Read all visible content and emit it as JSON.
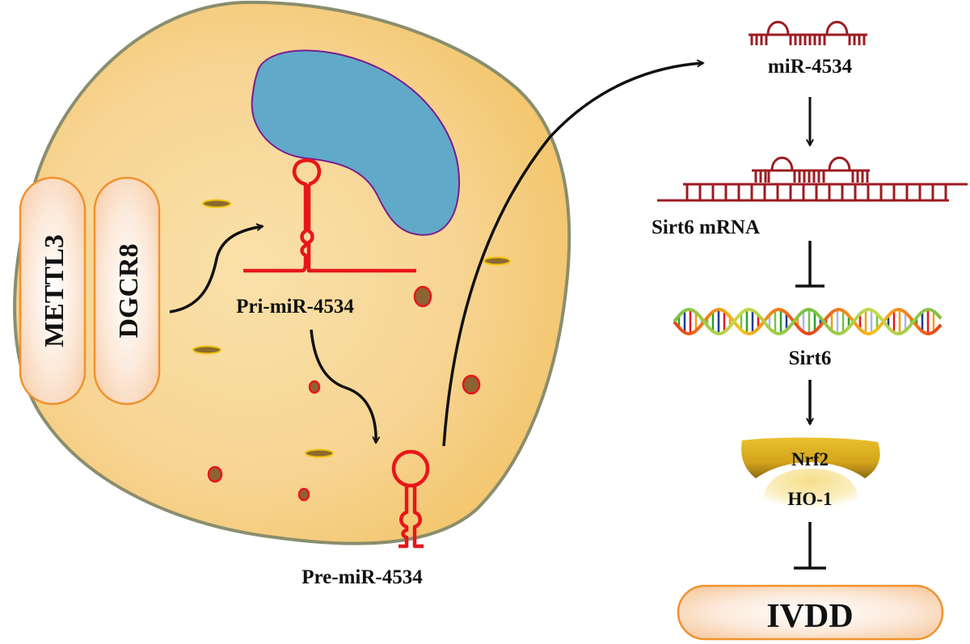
{
  "cell": {
    "enzymes": [
      "METTL3",
      "DGCR8"
    ],
    "pri_mirna_label": "Pri-miR-4534",
    "pre_mirna_label": "Pre-miR-4534"
  },
  "pathway": {
    "mature_mirna_label": "miR-4534",
    "target_mrna_label": "Sirt6 mRNA",
    "gene_label": "Sirt6",
    "protein_top_label": "Nrf2",
    "protein_bottom_label": "HO-1",
    "outcome_label": "IVDD"
  },
  "relations": [
    {
      "from": "METTL3/DGCR8",
      "to": "Pri-miR-4534",
      "type": "promotes"
    },
    {
      "from": "Pri-miR-4534",
      "to": "Pre-miR-4534",
      "type": "processing"
    },
    {
      "from": "Pre-miR-4534",
      "to": "miR-4534",
      "type": "export"
    },
    {
      "from": "miR-4534",
      "to": "Sirt6 mRNA",
      "type": "binds"
    },
    {
      "from": "Sirt6 mRNA",
      "to": "Sirt6",
      "type": "inhibits"
    },
    {
      "from": "Sirt6",
      "to": "Nrf2/HO-1",
      "type": "activates"
    },
    {
      "from": "Nrf2/HO-1",
      "to": "IVDD",
      "type": "inhibits"
    }
  ],
  "colors": {
    "cell_fill": "#F6CB76",
    "cell_border": "#8A8E6E",
    "nucleus_fill": "#61A9C8",
    "nucleus_border": "#7A1C8E",
    "rna_red": "#E8161B",
    "mirna_dark_red": "#9C1C22",
    "enzyme_border": "#F0922E",
    "nrf2_gold": "#D9A820",
    "arrow": "#111111"
  }
}
